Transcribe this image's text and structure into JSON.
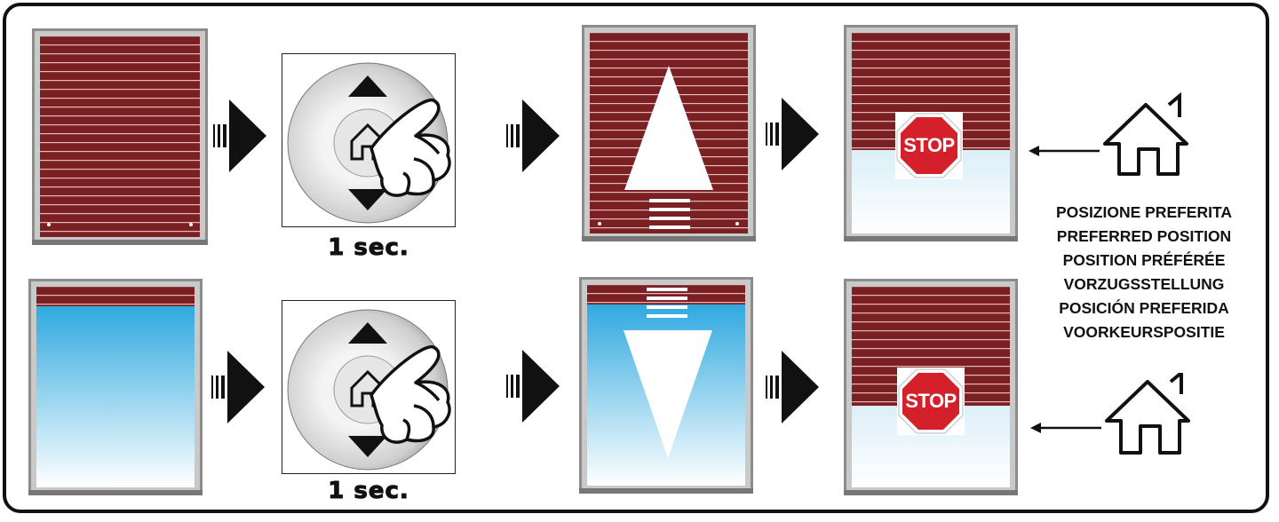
{
  "steps": {
    "hold_duration": "1 sec.",
    "stop_label": "STOP"
  },
  "preferred_position_labels": [
    "POSIZIONE PREFERITA",
    "PREFERRED POSITION",
    "POSITION PRÉFÉRÉE",
    "VORZUGSSTELLUNG",
    "POSICIÓN PREFERIDA",
    "VOORKEURSPOSITIE"
  ],
  "colors": {
    "shutter": "#7a1f22",
    "shutter_slat": "#e8b8b8",
    "glass_top": "#1aa0dc",
    "glass_bottom": "#ffffff",
    "frame_metal": "#9a9a9a",
    "stop_red": "#d4202a",
    "outline": "#111111"
  },
  "icons": [
    "window-shutter-closed-icon",
    "window-shutter-open-icon",
    "remote-home-button-icon",
    "hand-pointer-icon",
    "up-arrow-icon",
    "down-arrow-icon",
    "stop-sign-icon",
    "house-icon",
    "flow-arrow-icon"
  ]
}
